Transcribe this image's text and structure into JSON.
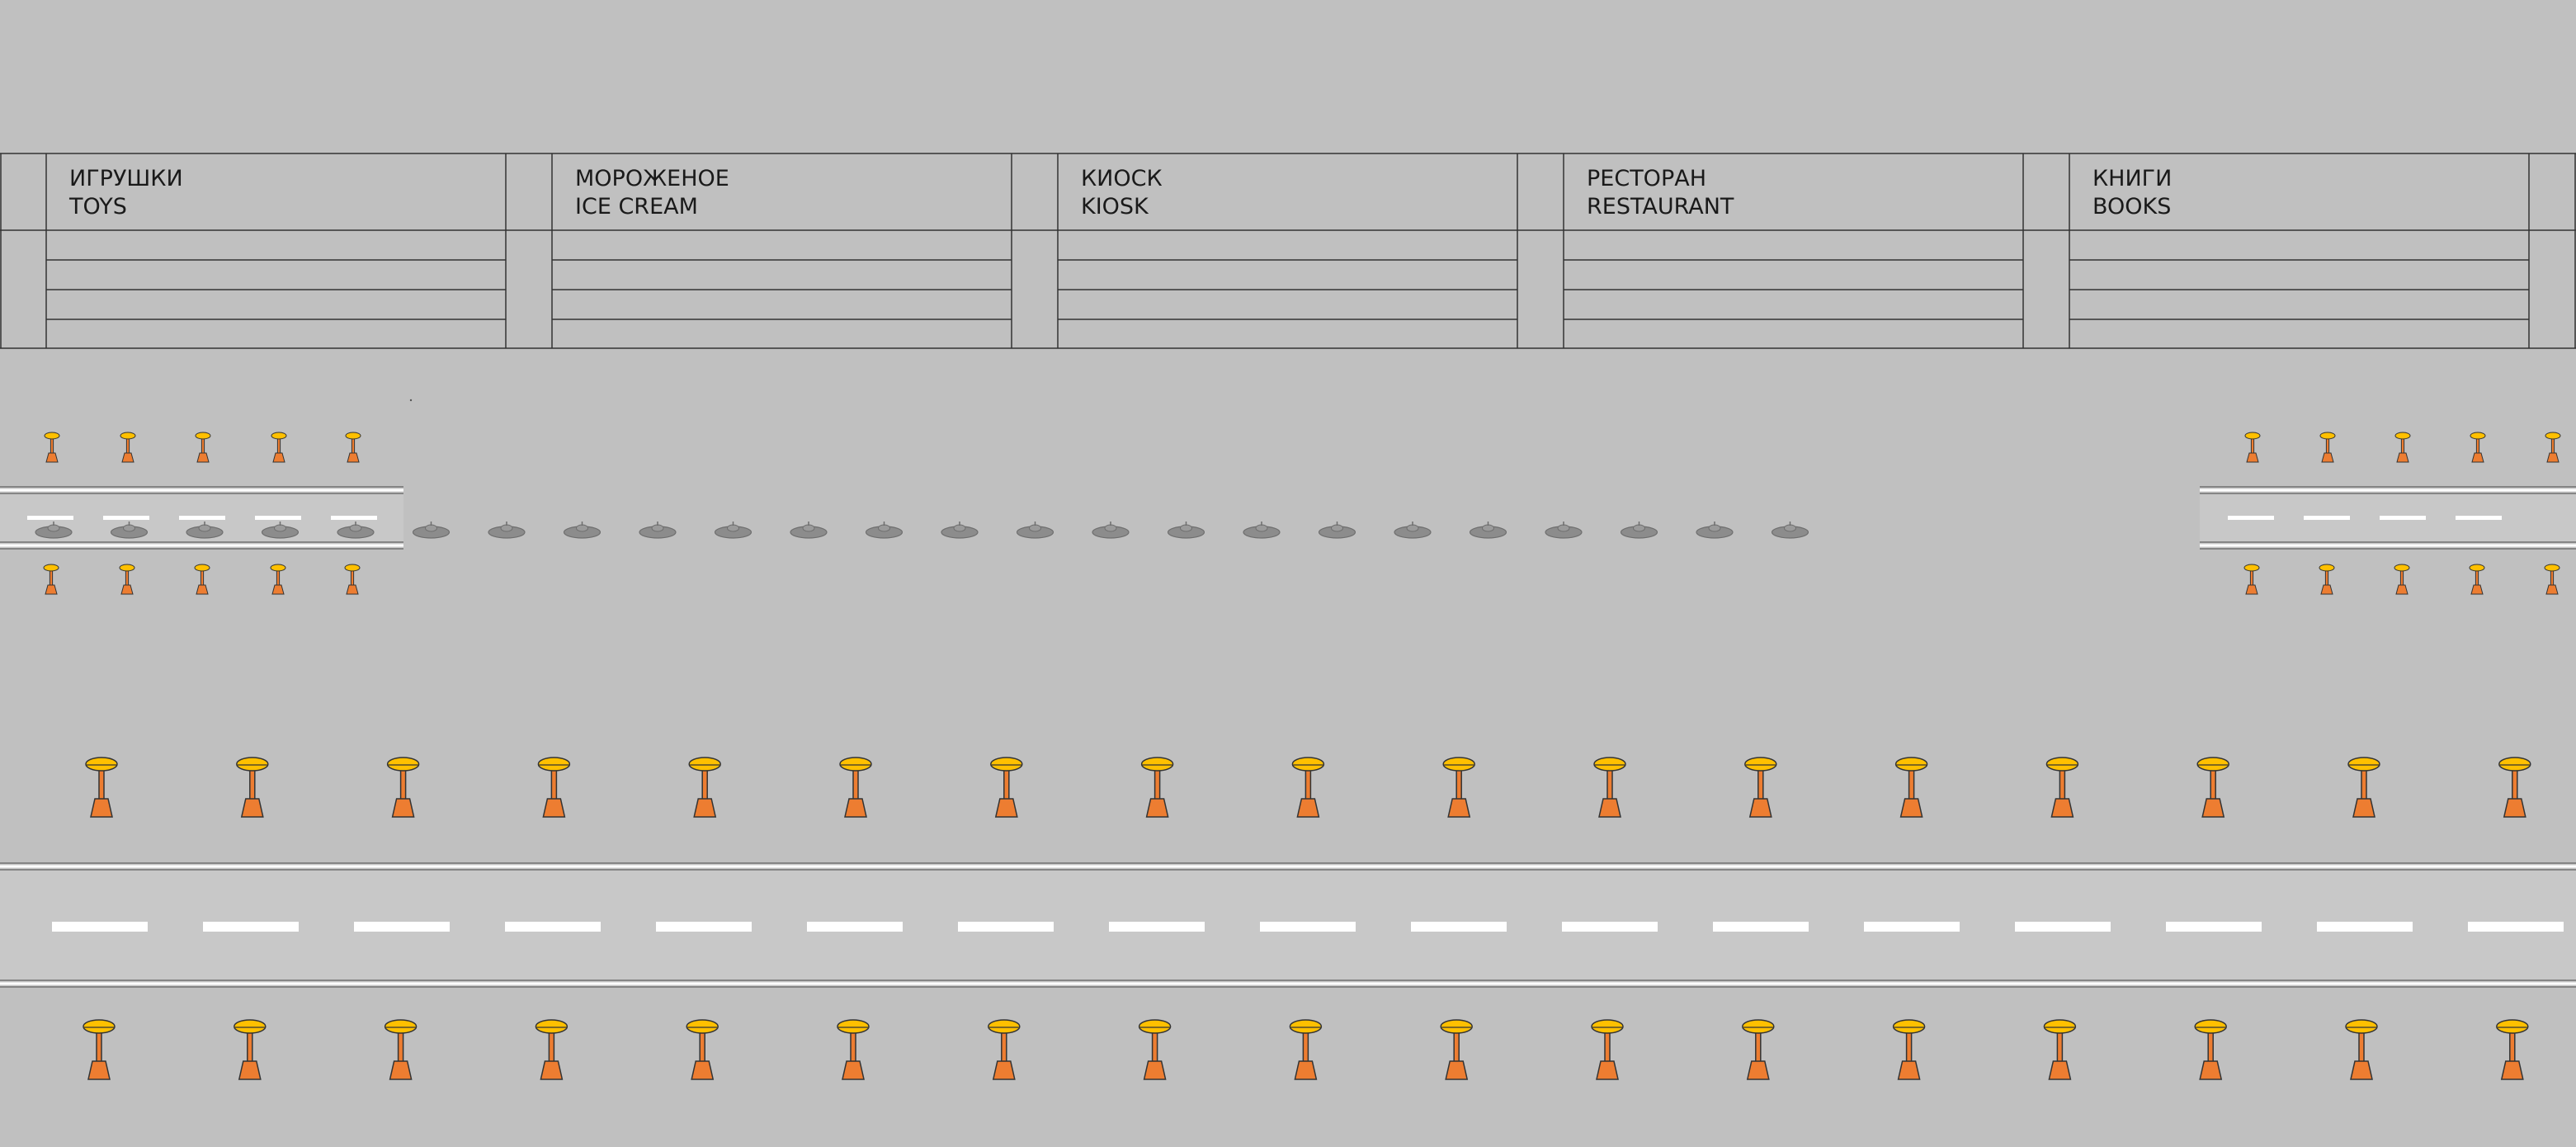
{
  "scene": {
    "shops": [
      {
        "name_ru": "ИГРУШКИ",
        "name_en": "TOYS"
      },
      {
        "name_ru": "МОРОЖЕНОЕ",
        "name_en": "ICE CREAM"
      },
      {
        "name_ru": "КИОСК",
        "name_en": "KIOSK"
      },
      {
        "name_ru": "РЕСТОРАН",
        "name_en": "RESTAURANT"
      },
      {
        "name_ru": "КНИГИ",
        "name_en": "BOOKS"
      }
    ],
    "colors": {
      "background": "#c0c0c0",
      "road": "#c8c8c8",
      "outline": "#333333",
      "lane_marking": "#ffffff",
      "lamp_head": "#ffc000",
      "lamp_base": "#ed7d31",
      "plate": "#8c8c8c"
    },
    "icons": {
      "lamp": "street-lamp-icon",
      "plate": "cymbal-plate-icon"
    }
  }
}
